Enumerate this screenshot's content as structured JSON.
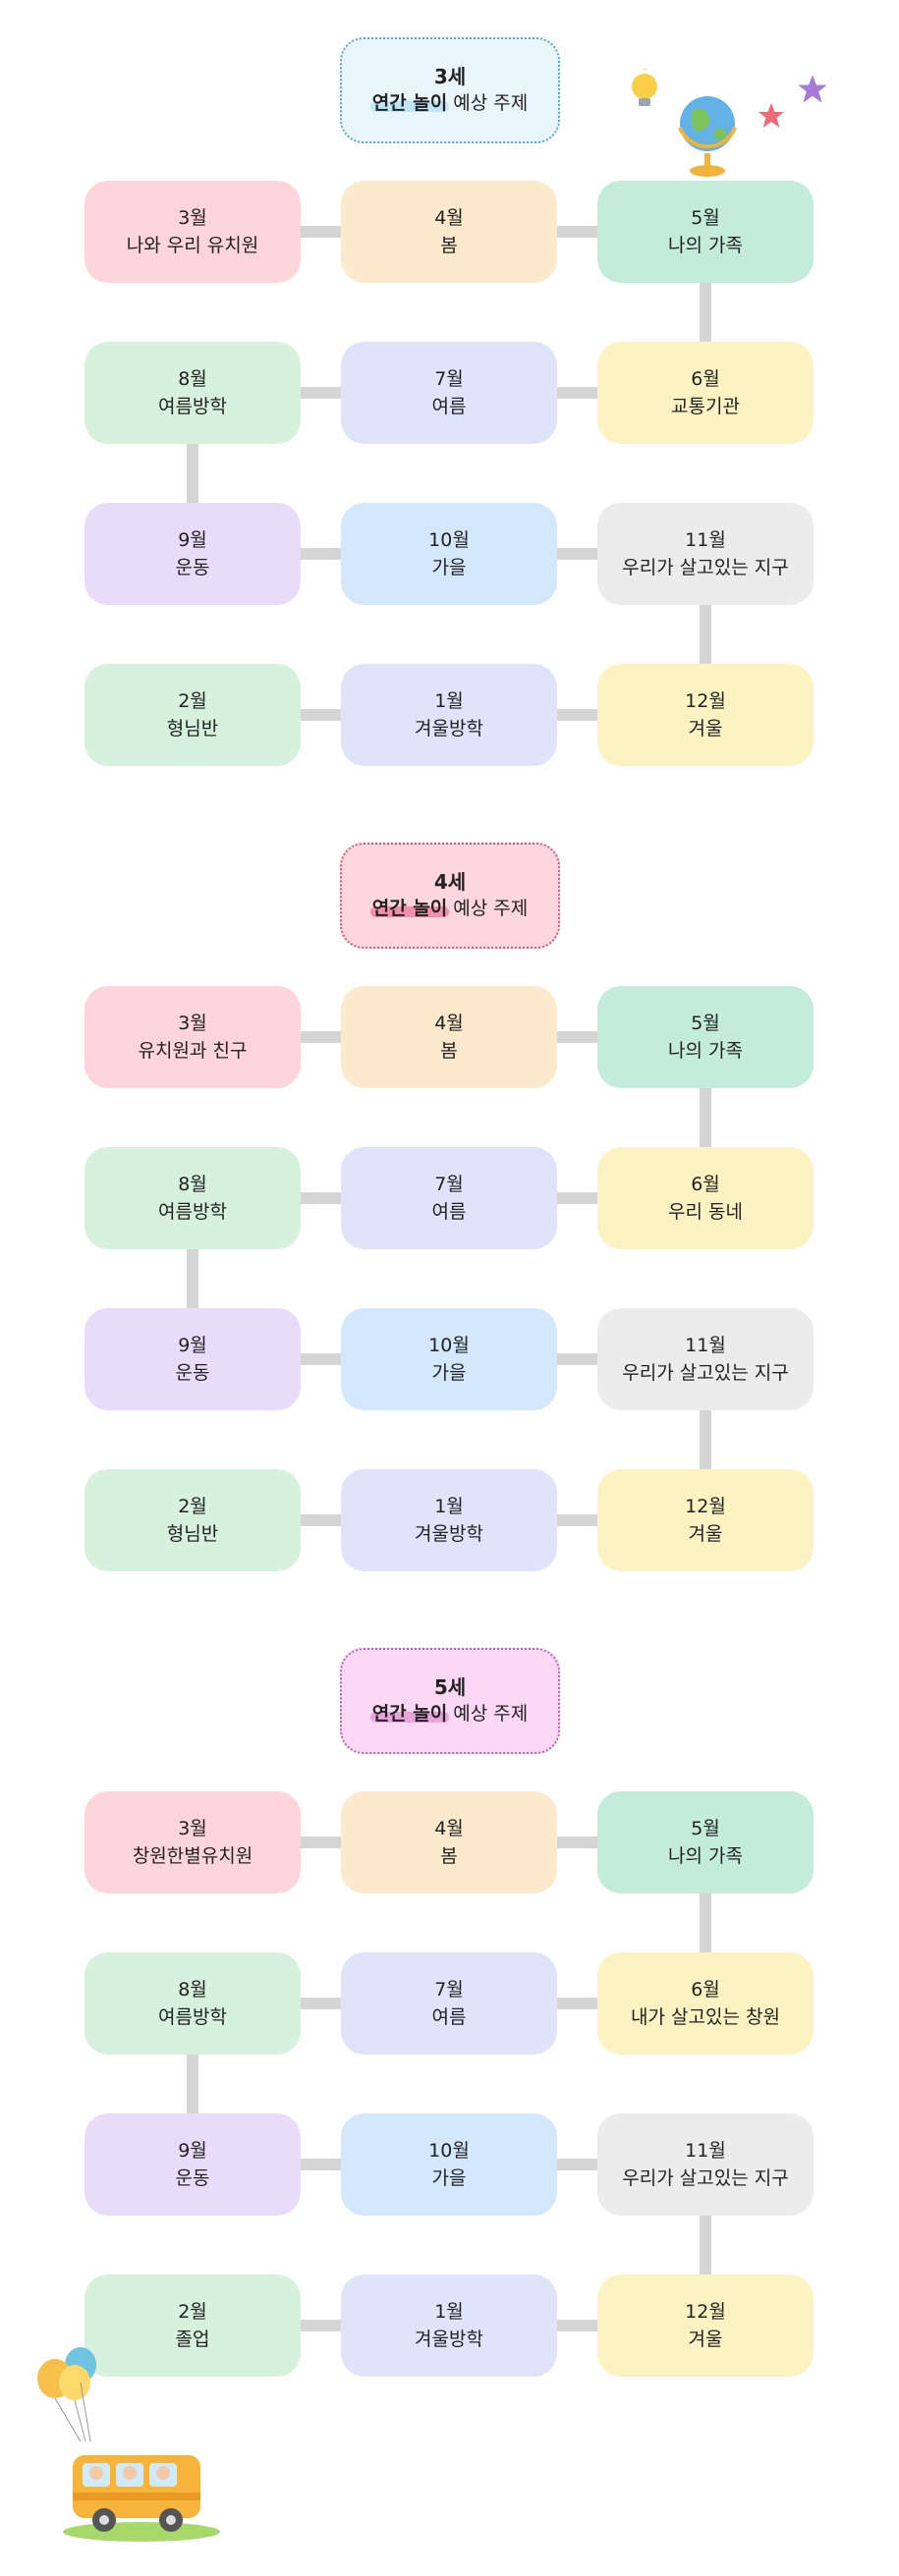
{
  "sections": [
    {
      "age": "3세",
      "subtitle_highlight": "연간 놀이",
      "subtitle_rest": " 예상 주제",
      "badge_bg": "#eaf6fd",
      "badge_border": "#57a3e0",
      "highlight_color": "#bfe6f7",
      "months": [
        {
          "month": "3월",
          "theme": "나와 우리 유치원",
          "color": "#fdd5da"
        },
        {
          "month": "4월",
          "theme": "봄",
          "color": "#fde9cb"
        },
        {
          "month": "5월",
          "theme": "나의 가족",
          "color": "#c3ecdc"
        },
        {
          "month": "8월",
          "theme": "여름방학",
          "color": "#d6f1dc"
        },
        {
          "month": "7월",
          "theme": "여름",
          "color": "#dfe4fb"
        },
        {
          "month": "6월",
          "theme": "교통기관",
          "color": "#fdf3c2"
        },
        {
          "month": "9월",
          "theme": "운동",
          "color": "#e9dcfa"
        },
        {
          "month": "10월",
          "theme": "가을",
          "color": "#d3e7fd"
        },
        {
          "month": "11월",
          "theme": "우리가 살고있는 지구",
          "color": "#ececec"
        },
        {
          "month": "2월",
          "theme": "형님반",
          "color": "#d6f1dc"
        },
        {
          "month": "1월",
          "theme": "겨울방학",
          "color": "#dfe4fb"
        },
        {
          "month": "12월",
          "theme": "겨울",
          "color": "#fdf3c2"
        }
      ]
    },
    {
      "age": "4세",
      "subtitle_highlight": "연간 놀이",
      "subtitle_rest": " 예상 주제",
      "badge_bg": "#fdd6df",
      "badge_border": "#d65a7e",
      "highlight_color": "#f48fab",
      "months": [
        {
          "month": "3월",
          "theme": "유치원과 친구",
          "color": "#fdd5da"
        },
        {
          "month": "4월",
          "theme": "봄",
          "color": "#fde9cb"
        },
        {
          "month": "5월",
          "theme": "나의 가족",
          "color": "#c3ecdc"
        },
        {
          "month": "8월",
          "theme": "여름방학",
          "color": "#d6f1dc"
        },
        {
          "month": "7월",
          "theme": "여름",
          "color": "#dfe4fb"
        },
        {
          "month": "6월",
          "theme": "우리 동네",
          "color": "#fdf3c2"
        },
        {
          "month": "9월",
          "theme": "운동",
          "color": "#e9dcfa"
        },
        {
          "month": "10월",
          "theme": "가을",
          "color": "#d3e7fd"
        },
        {
          "month": "11월",
          "theme": "우리가 살고있는 지구",
          "color": "#ececec"
        },
        {
          "month": "2월",
          "theme": "형님반",
          "color": "#d6f1dc"
        },
        {
          "month": "1월",
          "theme": "겨울방학",
          "color": "#dfe4fb"
        },
        {
          "month": "12월",
          "theme": "겨울",
          "color": "#fdf3c2"
        }
      ]
    },
    {
      "age": "5세",
      "subtitle_highlight": "연간 놀이",
      "subtitle_rest": " 예상 주제",
      "badge_bg": "#fcd8f6",
      "badge_border": "#c060b0",
      "highlight_color": "#e8a5db",
      "months": [
        {
          "month": "3월",
          "theme": "창원한별유치원",
          "color": "#fdd5da"
        },
        {
          "month": "4월",
          "theme": "봄",
          "color": "#fde9cb"
        },
        {
          "month": "5월",
          "theme": "나의 가족",
          "color": "#c3ecdc"
        },
        {
          "month": "8월",
          "theme": "여름방학",
          "color": "#d6f1dc"
        },
        {
          "month": "7월",
          "theme": "여름",
          "color": "#dfe4fb"
        },
        {
          "month": "6월",
          "theme": "내가 살고있는 창원",
          "color": "#fdf3c2"
        },
        {
          "month": "9월",
          "theme": "운동",
          "color": "#e9dcfa"
        },
        {
          "month": "10월",
          "theme": "가을",
          "color": "#d3e7fd"
        },
        {
          "month": "11월",
          "theme": "우리가 살고있는 지구",
          "color": "#ececec"
        },
        {
          "month": "2월",
          "theme": "졸업",
          "color": "#d6f1dc"
        },
        {
          "month": "1월",
          "theme": "겨울방학",
          "color": "#dfe4fb"
        },
        {
          "month": "12월",
          "theme": "겨울",
          "color": "#fdf3c2"
        }
      ]
    }
  ],
  "decorations": [
    "lightbulb-icon",
    "globe-icon",
    "star-icon",
    "balloon-icon",
    "school-bus-icon"
  ],
  "connector_color": "#d5d5d5"
}
